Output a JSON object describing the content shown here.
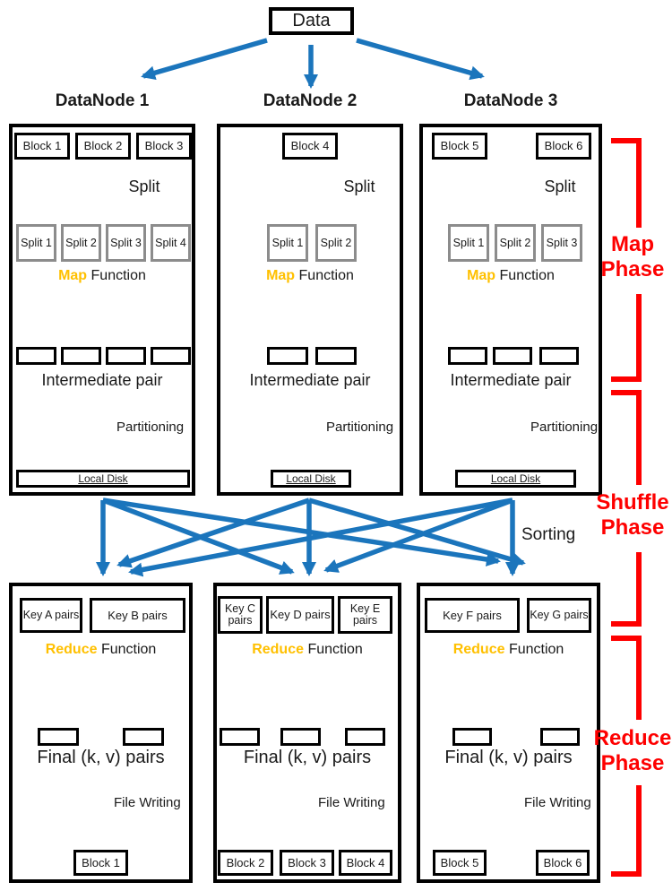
{
  "colors": {
    "blue": "#1b75bc",
    "red": "#fe0000",
    "orange": "#ffc000",
    "gray": "#8c8c8c"
  },
  "source": {
    "label": "Data"
  },
  "datanodes": [
    {
      "title": "DataNode 1",
      "blocks": [
        "Block 1",
        "Block 2",
        "Block 3"
      ],
      "split_label": "Split",
      "splits": [
        "Split 1",
        "Split 2",
        "Split 3",
        "Split 4"
      ],
      "map_keyword": "Map",
      "function_label": "Function",
      "intermediate_label": "Intermediate pair",
      "partitioning_label": "Partitioning",
      "local_disk_label": "Local Disk"
    },
    {
      "title": "DataNode 2",
      "blocks": [
        "Block 4"
      ],
      "split_label": "Split",
      "splits": [
        "Split 1",
        "Split 2"
      ],
      "map_keyword": "Map",
      "function_label": "Function",
      "intermediate_label": "Intermediate pair",
      "partitioning_label": "Partitioning",
      "local_disk_label": "Local Disk"
    },
    {
      "title": "DataNode 3",
      "blocks": [
        "Block 5",
        "Block 6"
      ],
      "split_label": "Split",
      "splits": [
        "Split 1",
        "Split 2",
        "Split 3"
      ],
      "map_keyword": "Map",
      "function_label": "Function",
      "intermediate_label": "Intermediate pair",
      "partitioning_label": "Partitioning",
      "local_disk_label": "Local Disk"
    }
  ],
  "shuffle": {
    "sorting_label": "Sorting"
  },
  "reducers": [
    {
      "keys": [
        "Key A pairs",
        "Key B pairs"
      ],
      "reduce_keyword": "Reduce",
      "function_label": "Function",
      "final_label": "Final (k, v) pairs",
      "file_writing_label": "File Writing",
      "out_blocks": [
        "Block 1"
      ]
    },
    {
      "keys": [
        "Key C pairs",
        "Key D pairs",
        "Key E pairs"
      ],
      "reduce_keyword": "Reduce",
      "function_label": "Function",
      "final_label": "Final (k, v) pairs",
      "file_writing_label": "File Writing",
      "out_blocks": [
        "Block 2",
        "Block 3",
        "Block 4"
      ]
    },
    {
      "keys": [
        "Key F pairs",
        "Key G pairs"
      ],
      "reduce_keyword": "Reduce",
      "function_label": "Function",
      "final_label": "Final (k, v) pairs",
      "file_writing_label": "File Writing",
      "out_blocks": [
        "Block 5",
        "Block 6"
      ]
    }
  ],
  "phases": [
    {
      "line1": "Map",
      "line2": "Phase"
    },
    {
      "line1": "Shuffle",
      "line2": "Phase"
    },
    {
      "line1": "Reduce",
      "line2": "Phase"
    }
  ]
}
